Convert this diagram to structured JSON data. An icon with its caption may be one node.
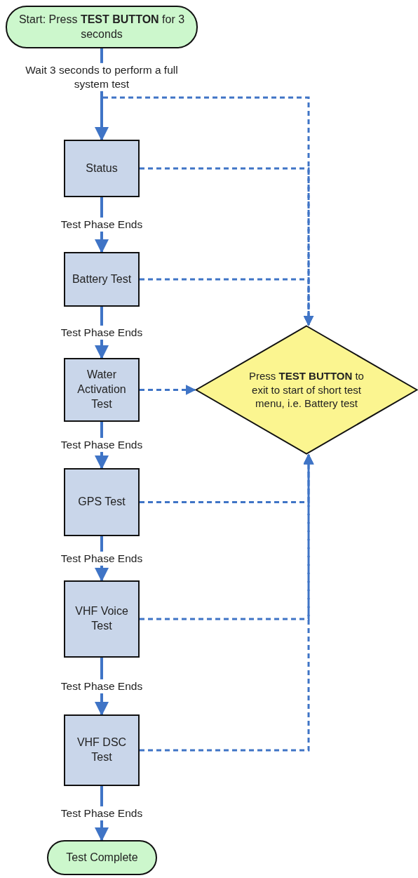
{
  "diagram": {
    "nodes": [
      {
        "text": [
          "Start: Press **TEST BUTTON** for 3 seconds"
        ]
      },
      {
        "text": [
          "Status"
        ]
      },
      {
        "text": [
          "Battery Test"
        ]
      },
      {
        "text": [
          "Water Activation Test"
        ]
      },
      {
        "text": [
          "GPS Test"
        ]
      },
      {
        "text": [
          "VHF Voice Test"
        ]
      },
      {
        "text": [
          "VHF DSC Test"
        ]
      },
      {
        "text": [
          "Press **TEST BUTTON** to exit to start of short test menu, i.e. Battery test"
        ]
      },
      {
        "text": [
          "Test Complete"
        ]
      }
    ],
    "edges": [
      {
        "from": 0,
        "to": 7,
        "arrow": "to",
        "style": "dashed"
      },
      {
        "from": 1,
        "to": 7,
        "arrow": "to",
        "style": "dashed"
      },
      {
        "from": 2,
        "to": 7,
        "arrow": "to",
        "style": "dashed"
      },
      {
        "from": 3,
        "to": 7,
        "arrow": "to",
        "style": "dashed"
      },
      {
        "from": 4,
        "to": 7,
        "arrow": "to",
        "style": "dashed"
      },
      {
        "from": 5,
        "to": 7,
        "arrow": "to",
        "style": "dashed"
      },
      {
        "from": 6,
        "to": 7,
        "arrow": "to",
        "style": "dashed"
      },
      {
        "from": 0,
        "to": 1,
        "arrow": "to",
        "label": "Wait 3 seconds to perform a full system test"
      },
      {
        "from": 1,
        "to": 2,
        "arrow": "to",
        "label": "Test Phase Ends"
      },
      {
        "from": 2,
        "to": 3,
        "arrow": "to",
        "label": "Test Phase Ends"
      },
      {
        "from": 3,
        "to": 4,
        "arrow": "to",
        "label": "Test Phase Ends"
      },
      {
        "from": 4,
        "to": 5,
        "arrow": "to",
        "label": "Test Phase Ends"
      },
      {
        "from": 5,
        "to": 6,
        "arrow": "to",
        "label": "Test Phase Ends"
      },
      {
        "from": 6,
        "to": 8,
        "arrow": "to",
        "label": "Test Phase Ends"
      }
    ]
  }
}
